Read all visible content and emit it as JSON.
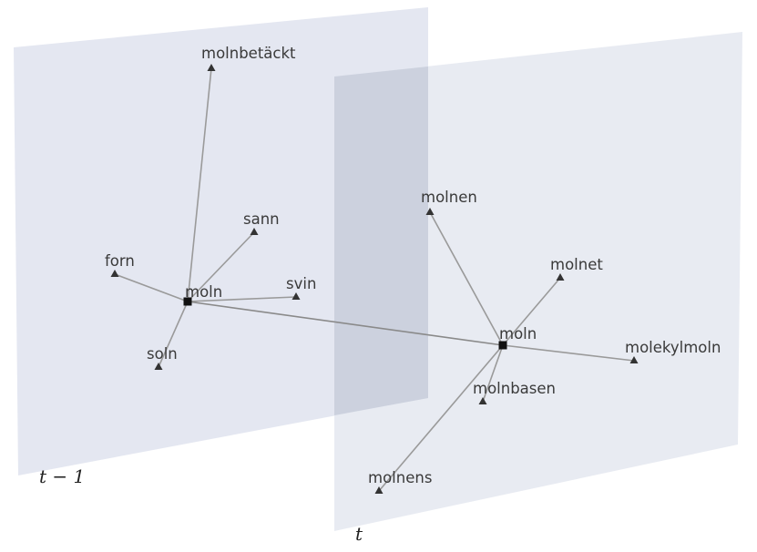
{
  "planes": [
    {
      "label": "t − 1",
      "nodes": {
        "center": "moln",
        "neighbors": [
          "molnbetäckt",
          "sann",
          "forn",
          "svin",
          "soln"
        ]
      }
    },
    {
      "label": "t",
      "nodes": {
        "center": "moln",
        "neighbors": [
          "molnen",
          "molnet",
          "molekylmoln",
          "molnbasen",
          "molnens"
        ]
      }
    }
  ],
  "colors": {
    "plane_fill": "#dfe3ee",
    "overlap_fill": "#c9cedc",
    "edge": "#9a9a9a",
    "center_node": "#111111",
    "leaf_node": "#333333"
  },
  "icons": {
    "center_node": "square",
    "leaf_node": "triangle"
  }
}
